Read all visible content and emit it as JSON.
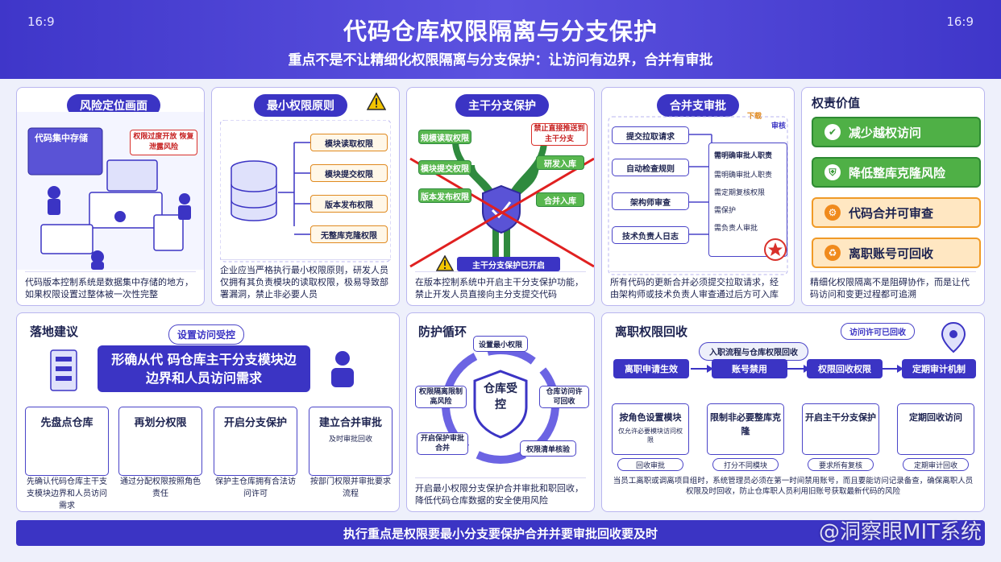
{
  "header": {
    "ratio_left": "16:9",
    "ratio_right": "16:9",
    "title": "代码仓库权限隔离与分支保护",
    "subtitle": "重点不是不让精细化权限隔离与分支保护：让访问有边界，合并有审批"
  },
  "risk": {
    "title": "风险定位画面",
    "screen_label": "代码集中存储",
    "alert": "权限过度开放 恢复泄露风险",
    "desc": "代码版本控制系统是数据集中存储的地方，如果权限设置过整体被一次性完整"
  },
  "least_priv": {
    "title": "最小权限原则",
    "items": [
      "模块读取权限",
      "模块提交权限",
      "版本发布权限",
      "无整库克隆权限"
    ],
    "desc": "企业应当严格执行最小权限原则，研发人员仅拥有其负责模块的读取权限，极易导致部署漏洞，禁止非必要人员"
  },
  "branch": {
    "title": "主干分支保护",
    "left_items": [
      "规模读取权限",
      "模块提交权限",
      "版本发布权限"
    ],
    "right_items": [
      "禁止直接推送到主干分支",
      "研发入库",
      "合并入库"
    ],
    "warning": "主干分支保护已开启",
    "desc": "在版本控制系统中开启主干分支保护功能，禁止开发人员直接向主分支提交代码"
  },
  "merge": {
    "title": "合并支审批",
    "steps": [
      "提交拉取请求",
      "自动检查规则",
      "架构师审查",
      "技术负责人日志"
    ],
    "doc_tag": "下载",
    "doc_tag2": "审核",
    "doc_header": "需明确审批人职责",
    "doc_items": [
      "需明确审批人职责",
      "需定期复核权限",
      "需保护",
      "需负责人审批"
    ],
    "desc": "所有代码的更新合并必须提交拉取请求，经由架构师或技术负责人审查通过后方可入库"
  },
  "value": {
    "title": "权责价值",
    "items": [
      "减少越权访问",
      "降低整库克隆风险",
      "代码合并可审查",
      "离职账号可回收"
    ],
    "desc": "精细化权限隔离不是阻碍协作，而是让代码访问和变更过程都可追溯"
  },
  "advice": {
    "title": "落地建议",
    "tag": "设置访问受控",
    "banner": "形确从代 码仓库主干分支模块边边界和人员访问需求",
    "banner_line1": "形确从代 码仓库主干分支模块边",
    "banner_line2": "边界和人员访问需求",
    "cards": [
      {
        "title": "先盘点仓库",
        "desc": "先确认代码仓库主干支支模块边界和人员访问需求"
      },
      {
        "title": "再划分权限",
        "desc": "通过分配权限按照角色责任"
      },
      {
        "title": "开启分支保护",
        "desc": "保护主仓库拥有合法访问许可"
      },
      {
        "title": "建立合并审批",
        "desc": "按部门权限并审批要求流程"
      }
    ],
    "card4_sub": "及时审批回收"
  },
  "cycle": {
    "title": "防护循环",
    "center": "仓库受控",
    "nodes": [
      "设置最小权限",
      "仓库访问许可回收",
      "权限清单核验",
      "开启保护审批合并",
      "权限隔离限制高风险"
    ],
    "desc": "开启最小权限分支保护合并审批和职回收，降低代码仓库数据的安全使用风险"
  },
  "offboard": {
    "title": "离职权限回收",
    "tag": "访问许可已回收",
    "banner": "入职流程与仓库权限回收",
    "flow": [
      "离职申请生效",
      "账号禁用",
      "权限回收权限",
      "定期审计机制"
    ],
    "cards": [
      "按角色设置模块",
      "限制非必要整库克隆",
      "开启主干分支保护",
      "定期回收访问"
    ],
    "card1_sub": "仅允许必要模块访问权限",
    "tags": [
      "回收审批",
      "打分不同模块",
      "要求所有复核",
      "定期审计回收"
    ],
    "desc": "当员工离职或调离项目组时，系统管理员必须在第一时间禁用账号，而且要能访问记录备查，确保离职人员权限及时回收，防止仓库职人员利用旧账号获取最新代码的风险"
  },
  "footer": {
    "bar": "执行重点是权限要最小分支要保护合并并要审批回收要及时",
    "watermark": "@洞察眼MIT系统"
  }
}
